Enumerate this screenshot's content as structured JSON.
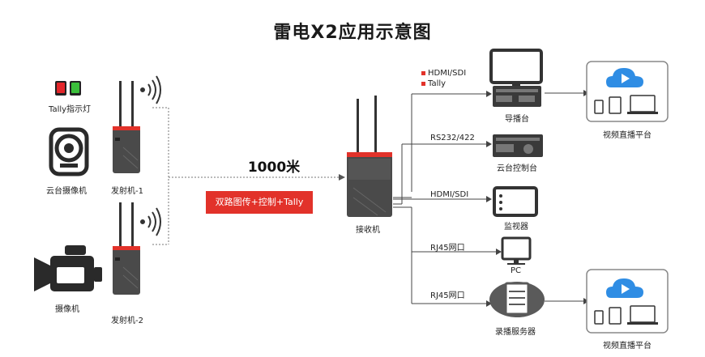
{
  "title": "雷电X2应用示意图",
  "link": {
    "distance": "1000米",
    "badge": "双路图传+控制+Tally"
  },
  "left": {
    "tally_label": "Tally指示灯",
    "ptz_camera_label": "云台摄像机",
    "camcorder_label": "摄像机",
    "tx1_label": "发射机-1",
    "tx2_label": "发射机-2"
  },
  "center": {
    "receiver_label": "接收机"
  },
  "right": {
    "hdmi_sdi_legend": "HDMI/SDI",
    "tally_legend": "Tally",
    "switcher_label": "导播台",
    "rs_label": "RS232/422",
    "ptz_controller_label": "云台控制台",
    "hdmi_label": "HDMI/SDI",
    "monitor_label": "监视器",
    "rj45_pc_label": "RJ45网口",
    "pc_label": "PC",
    "rj45_server_label": "RJ45网口",
    "recorder_label": "录播服务器",
    "platform_top_label": "视频直播平台",
    "platform_bottom_label": "视频直播平台"
  },
  "colors": {
    "accent": "#e2322a",
    "tally_red": "#e3262a",
    "tally_green": "#3bbf3b",
    "cloud": "#2f8de4"
  }
}
